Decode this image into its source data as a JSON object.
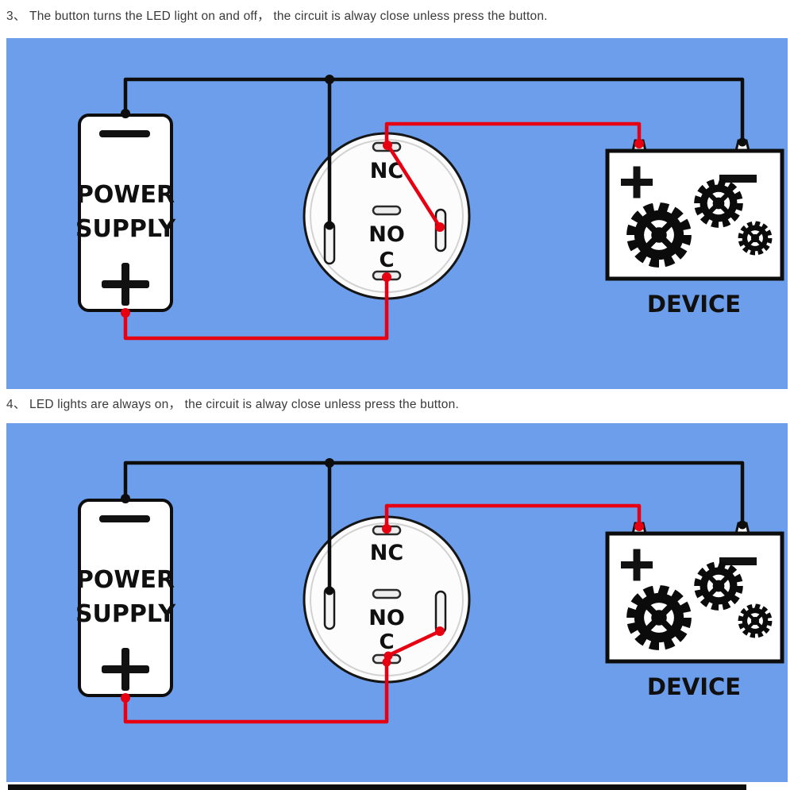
{
  "captions": {
    "item3": "3、 The button turns the LED light on and off， the circuit is alway close unless press the button.",
    "item4": "4、 LED lights are always on， the circuit is alway close unless press the button."
  },
  "labels": {
    "power1": "POWER",
    "power2": "SUPPLY",
    "nc": "NC",
    "no": "NO",
    "c": "C",
    "device": "DEVICE"
  },
  "colors": {
    "panel_background": "#6d9eeb",
    "wire_black": "#0d0d0d",
    "wire_red": "#e60012"
  }
}
